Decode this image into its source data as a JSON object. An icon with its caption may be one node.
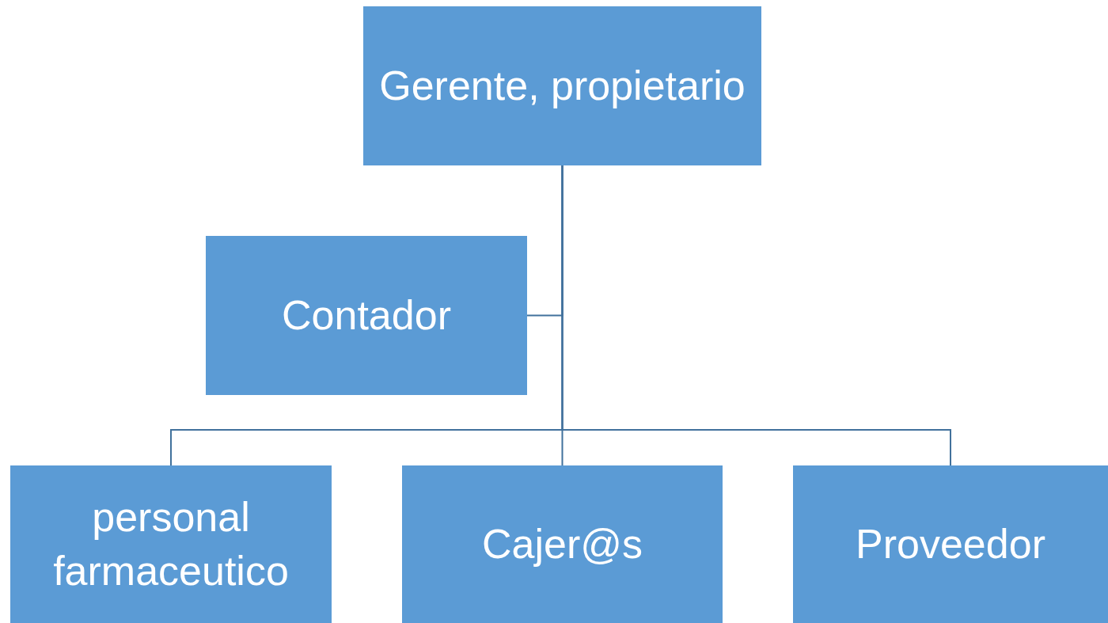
{
  "diagram": {
    "nodes": [
      {
        "text": [
          "Gerente, propietario"
        ]
      },
      {
        "text": [
          "Contador"
        ]
      },
      {
        "text": [
          "personal farmaceutico"
        ]
      },
      {
        "text": [
          "Cajer@s"
        ]
      },
      {
        "text": [
          "Proveedor"
        ]
      }
    ],
    "edges": [
      {
        "from": 0,
        "to": 1,
        "arrow": "none"
      },
      {
        "from": 0,
        "to": 2,
        "arrow": "none"
      },
      {
        "from": 0,
        "to": 3,
        "arrow": "none"
      },
      {
        "from": 0,
        "to": 4,
        "arrow": "none"
      }
    ]
  }
}
